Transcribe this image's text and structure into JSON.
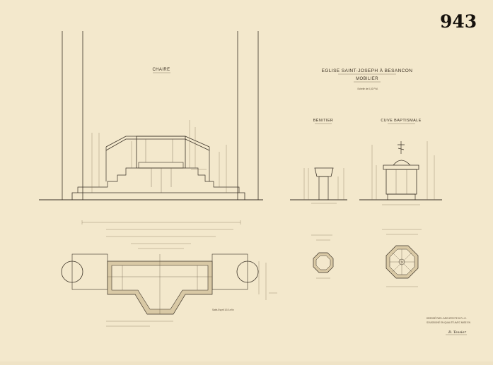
{
  "sheet_number": "943",
  "title": {
    "line1": "EGLISE SAINT-JOSEPH À BESANCON",
    "line2": "MOBILIER",
    "scale": "Echelle de 0,02 P.M."
  },
  "labels": {
    "chaire": "CHAIRE",
    "benitier": "BÉNITIER",
    "cuve": "CUVE BAPTISMALE"
  },
  "signature_block": {
    "line1": "DRESSÉ PAR L'ARCHITECTE D.P.L.G.",
    "line2": "SOUSSIGNÉ EN QUALITÉ AVEC MISE EN",
    "signature": "B. Tessier"
  },
  "plan_note": "Saint-Esprit  1/10 a fin"
}
